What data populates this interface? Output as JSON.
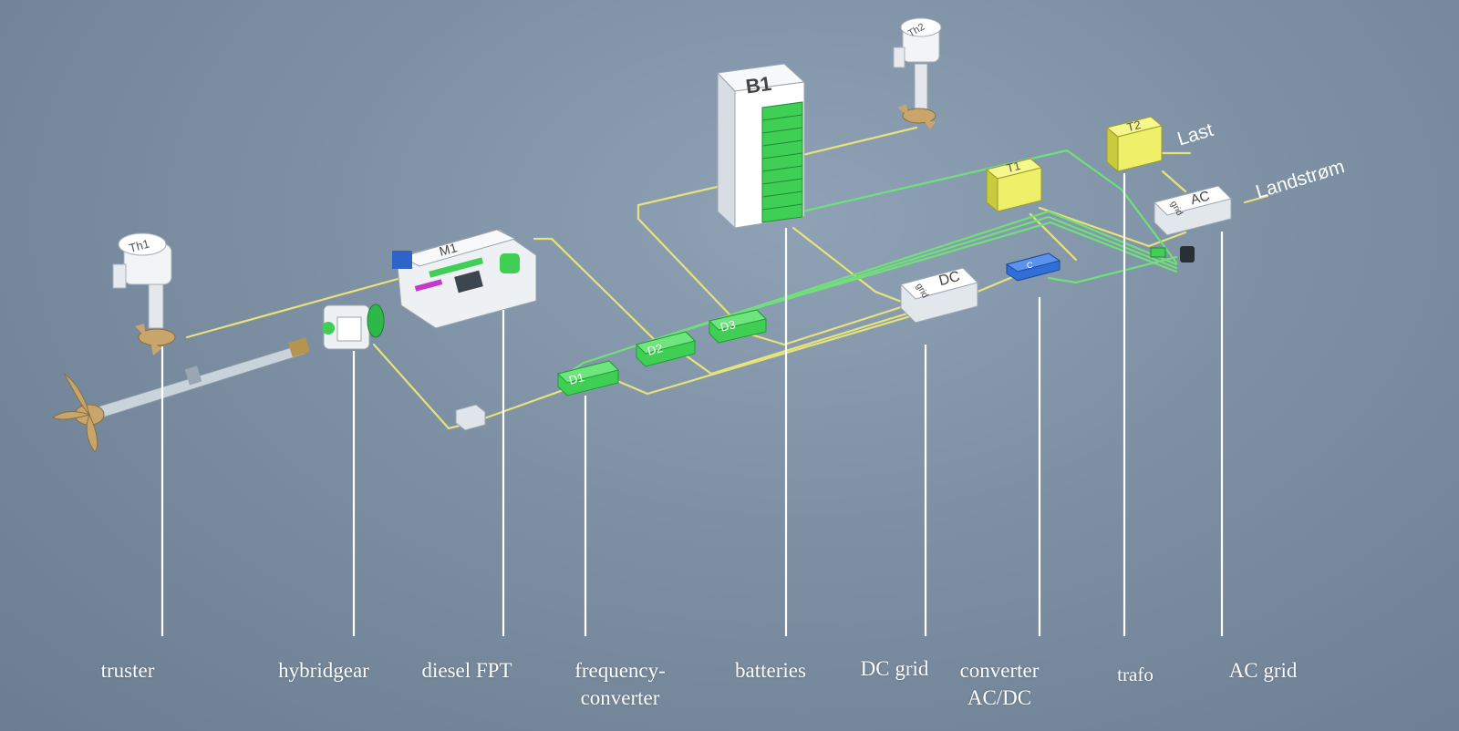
{
  "component_tags": {
    "th1": "Th1",
    "th2": "Th2",
    "m1": "M1",
    "b1": "B1",
    "d1": "D1",
    "d2": "D2",
    "d3": "D3",
    "t1": "T1",
    "t2": "T2",
    "dc_main": "DC",
    "dc_sub": "grid",
    "ac_main": "AC",
    "ac_sub": "grid",
    "conv": "C"
  },
  "side_labels": {
    "last": "Last",
    "landstrom": "Landstrøm"
  },
  "bottom_labels": {
    "truster": "truster",
    "hybridgear": "hybridgear",
    "diesel": "diesel FPT",
    "frequency_line1": "frequency-",
    "frequency_line2": "converter",
    "batteries": "batteries",
    "dc_grid": "DC grid",
    "converter_line1": "converter",
    "converter_line2": "AC/DC",
    "trafo": "trafo",
    "ac_grid": "AC grid"
  },
  "colors": {
    "ac_cable": "#e8e27a",
    "dc_cable": "#6fe07a",
    "module_green": "#3fcf55",
    "trafo_yellow": "#eef06a",
    "pointer_white": "#ffffff"
  }
}
